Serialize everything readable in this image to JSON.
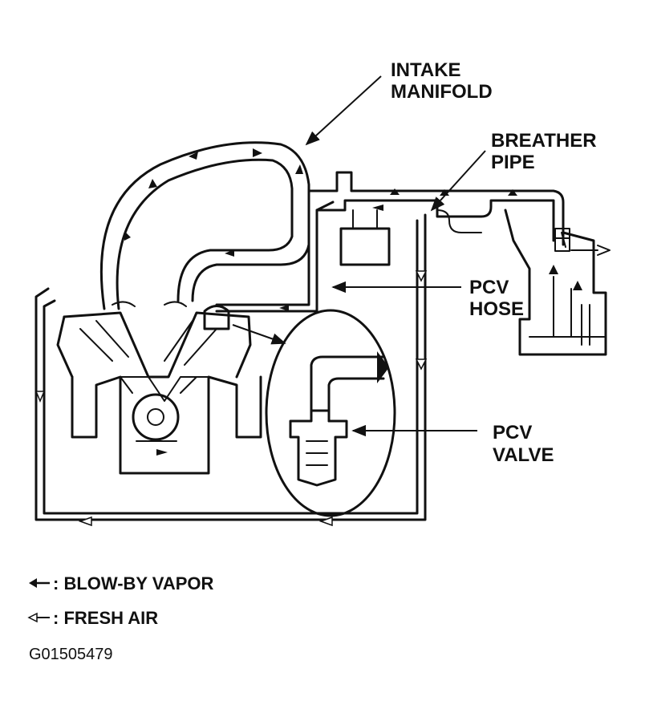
{
  "labels": {
    "intake_manifold": [
      "INTAKE",
      "MANIFOLD"
    ],
    "breather_pipe": [
      "BREATHER",
      "PIPE"
    ],
    "pcv_hose": [
      "PCV",
      "HOSE"
    ],
    "pcv_valve": [
      "PCV",
      "VALVE"
    ]
  },
  "legend": {
    "blow_by": ": BLOW-BY VAPOR",
    "fresh_air": ": FRESH AIR"
  },
  "figure_code": "G01505479",
  "icons": [
    "solid-arrow-icon",
    "hollow-arrow-icon"
  ],
  "colors": {
    "ink": "#111111",
    "paper": "#ffffff"
  }
}
